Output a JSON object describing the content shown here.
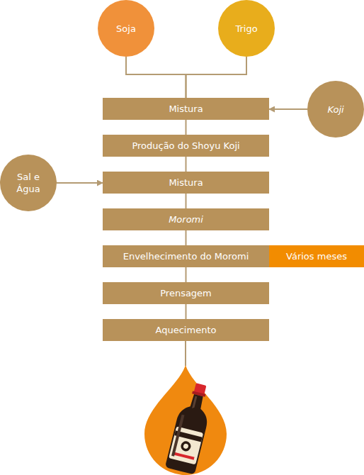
{
  "diagram": {
    "nodes": [
      {
        "text": [
          "Soja"
        ]
      },
      {
        "text": [
          "Trigo"
        ]
      },
      {
        "text": [
          "Mistura"
        ]
      },
      {
        "text": [
          "Koji"
        ]
      },
      {
        "text": [
          "Produção do Shoyu Koji"
        ]
      },
      {
        "text": [
          "Sal e Água"
        ]
      },
      {
        "text": [
          "Mistura"
        ]
      },
      {
        "text": [
          "Moromi"
        ]
      },
      {
        "text": [
          "Envelhecimento do Moromi"
        ]
      },
      {
        "text": [
          "Vários meses"
        ]
      },
      {
        "text": [
          "Prensagem"
        ]
      },
      {
        "text": [
          "Aquecimento"
        ]
      }
    ],
    "edges": [
      {
        "from": 0,
        "to": 2,
        "arrow": "none"
      },
      {
        "from": 1,
        "to": 2,
        "arrow": "none"
      },
      {
        "from": 3,
        "to": 2,
        "arrow": "to"
      },
      {
        "from": 2,
        "to": 4,
        "arrow": "none"
      },
      {
        "from": 4,
        "to": 6,
        "arrow": "none"
      },
      {
        "from": 5,
        "to": 6,
        "arrow": "to"
      },
      {
        "from": 6,
        "to": 7,
        "arrow": "none"
      },
      {
        "from": 7,
        "to": 8,
        "arrow": "none"
      },
      {
        "from": 8,
        "to": 10,
        "arrow": "none"
      },
      {
        "from": 10,
        "to": 11,
        "arrow": "none"
      }
    ]
  }
}
